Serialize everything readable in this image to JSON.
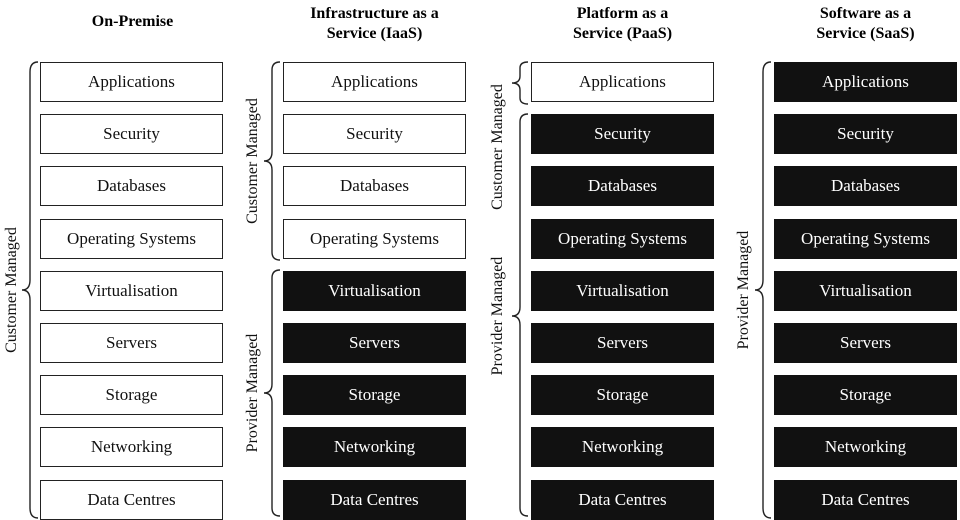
{
  "columns": [
    {
      "title_lines": [
        "On-Premise"
      ],
      "layers": [
        {
          "label": "Applications",
          "managed": "customer"
        },
        {
          "label": "Security",
          "managed": "customer"
        },
        {
          "label": "Databases",
          "managed": "customer"
        },
        {
          "label": "Operating Systems",
          "managed": "customer"
        },
        {
          "label": "Virtualisation",
          "managed": "customer"
        },
        {
          "label": "Servers",
          "managed": "customer"
        },
        {
          "label": "Storage",
          "managed": "customer"
        },
        {
          "label": "Networking",
          "managed": "customer"
        },
        {
          "label": "Data Centres",
          "managed": "customer"
        }
      ],
      "groups": [
        {
          "label": "Customer Managed"
        }
      ]
    },
    {
      "title_lines": [
        "Infrastructure as a",
        "Service (IaaS)"
      ],
      "layers": [
        {
          "label": "Applications",
          "managed": "customer"
        },
        {
          "label": "Security",
          "managed": "customer"
        },
        {
          "label": "Databases",
          "managed": "customer"
        },
        {
          "label": "Operating Systems",
          "managed": "customer"
        },
        {
          "label": "Virtualisation",
          "managed": "provider"
        },
        {
          "label": "Servers",
          "managed": "provider"
        },
        {
          "label": "Storage",
          "managed": "provider"
        },
        {
          "label": "Networking",
          "managed": "provider"
        },
        {
          "label": "Data Centres",
          "managed": "provider"
        }
      ],
      "groups": [
        {
          "label": "Customer Managed"
        },
        {
          "label": "Provider Managed"
        }
      ]
    },
    {
      "title_lines": [
        "Platform as a",
        "Service (PaaS)"
      ],
      "layers": [
        {
          "label": "Applications",
          "managed": "customer"
        },
        {
          "label": "Security",
          "managed": "provider"
        },
        {
          "label": "Databases",
          "managed": "provider"
        },
        {
          "label": "Operating Systems",
          "managed": "provider"
        },
        {
          "label": "Virtualisation",
          "managed": "provider"
        },
        {
          "label": "Servers",
          "managed": "provider"
        },
        {
          "label": "Storage",
          "managed": "provider"
        },
        {
          "label": "Networking",
          "managed": "provider"
        },
        {
          "label": "Data Centres",
          "managed": "provider"
        }
      ],
      "groups": [
        {
          "label": "Customer Managed"
        },
        {
          "label": "Provider Managed"
        }
      ]
    },
    {
      "title_lines": [
        "Software as a",
        "Service (SaaS)"
      ],
      "layers": [
        {
          "label": "Applications",
          "managed": "provider"
        },
        {
          "label": "Security",
          "managed": "provider"
        },
        {
          "label": "Databases",
          "managed": "provider"
        },
        {
          "label": "Operating Systems",
          "managed": "provider"
        },
        {
          "label": "Virtualisation",
          "managed": "provider"
        },
        {
          "label": "Servers",
          "managed": "provider"
        },
        {
          "label": "Storage",
          "managed": "provider"
        },
        {
          "label": "Networking",
          "managed": "provider"
        },
        {
          "label": "Data Centres",
          "managed": "provider"
        }
      ],
      "groups": [
        {
          "label": "Provider Managed"
        }
      ]
    }
  ]
}
